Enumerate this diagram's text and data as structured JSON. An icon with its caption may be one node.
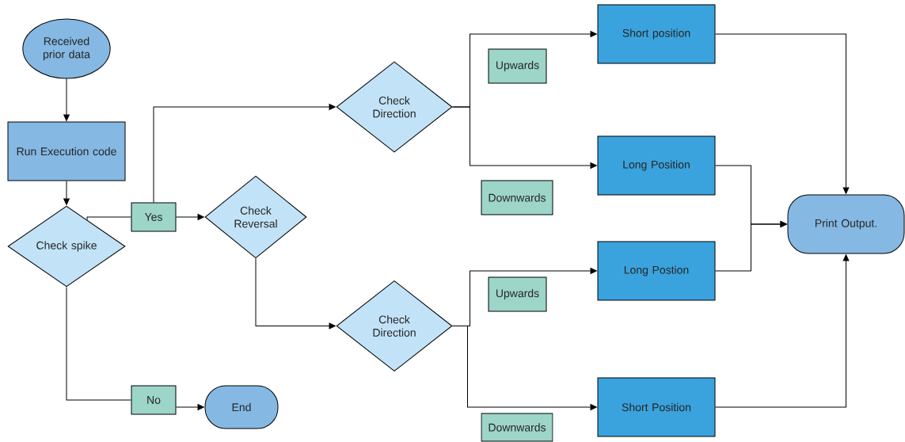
{
  "diagram": {
    "nodes": [
      {
        "text": [
          "Received prior data"
        ]
      },
      {
        "text": [
          "Run Execution code"
        ]
      },
      {
        "text": [
          "Check spike"
        ]
      },
      {
        "text": [
          "Yes"
        ]
      },
      {
        "text": [
          "Check Reversal"
        ]
      },
      {
        "text": [
          "No"
        ]
      },
      {
        "text": [
          "End"
        ]
      },
      {
        "text": [
          "Check Direction"
        ]
      },
      {
        "text": [
          "Upwards"
        ]
      },
      {
        "text": [
          "Downwards"
        ]
      },
      {
        "text": [
          "Short position"
        ]
      },
      {
        "text": [
          "Long Position"
        ]
      },
      {
        "text": [
          "Check Direction"
        ]
      },
      {
        "text": [
          "Upwards"
        ]
      },
      {
        "text": [
          "Long Postion"
        ]
      },
      {
        "text": [
          "Downwards"
        ]
      },
      {
        "text": [
          "Short Position"
        ]
      },
      {
        "text": [
          "Print Output."
        ]
      }
    ],
    "edges": [
      {
        "from": 0,
        "to": 1,
        "arrow": "to"
      },
      {
        "from": 1,
        "to": 2,
        "arrow": "to"
      },
      {
        "from": 2,
        "to": 3,
        "arrow": "none"
      },
      {
        "from": 3,
        "to": 4,
        "arrow": "to"
      },
      {
        "from": 3,
        "to": 7,
        "arrow": "to"
      },
      {
        "from": 2,
        "to": 5,
        "arrow": "none"
      },
      {
        "from": 5,
        "to": 6,
        "arrow": "to"
      },
      {
        "from": 4,
        "to": 12,
        "arrow": "to"
      },
      {
        "from": 7,
        "to": 10,
        "arrow": "to"
      },
      {
        "from": 7,
        "to": 11,
        "arrow": "to"
      },
      {
        "from": 12,
        "to": 14,
        "arrow": "to"
      },
      {
        "from": 12,
        "to": 16,
        "arrow": "to"
      },
      {
        "from": 10,
        "to": 17,
        "arrow": "to"
      },
      {
        "from": 11,
        "to": 17,
        "arrow": "to"
      },
      {
        "from": 14,
        "to": 17,
        "arrow": "to"
      },
      {
        "from": 16,
        "to": 17,
        "arrow": "to"
      }
    ]
  }
}
